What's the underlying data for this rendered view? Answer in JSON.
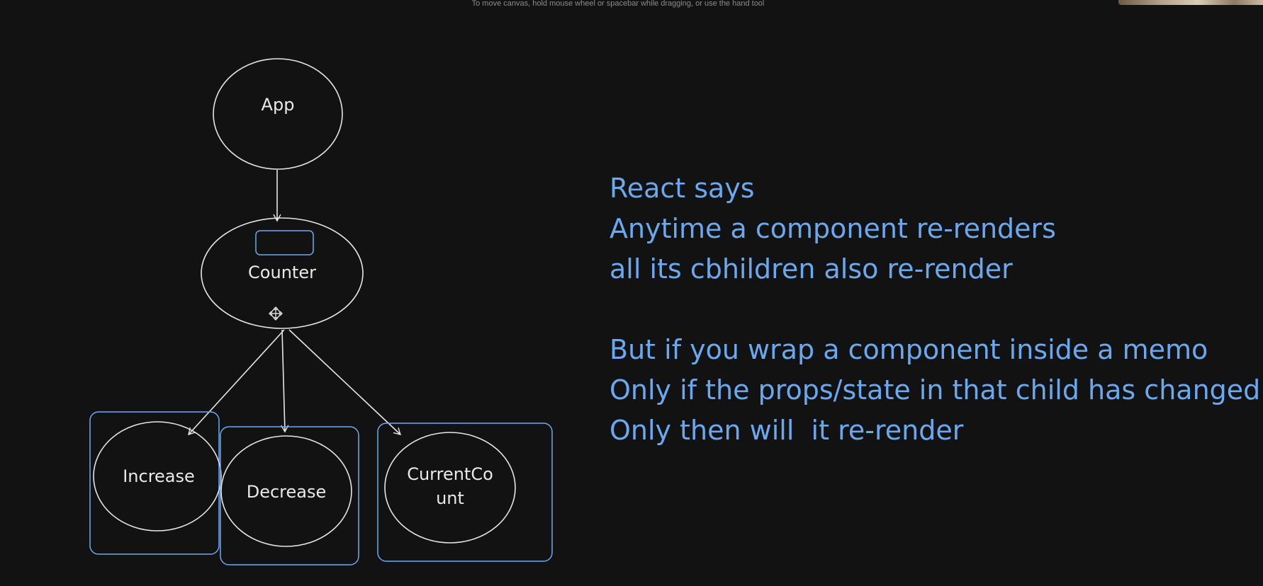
{
  "canvas": {
    "hint_text": "To move canvas, hold mouse wheel or spacebar while dragging, or use the hand tool",
    "background_color": "#121212",
    "stroke_color": "#e6e6e6",
    "selection_color": "#6aa9f0"
  },
  "diagram": {
    "nodes": {
      "app": "App",
      "counter": "Counter",
      "increase": "Increase",
      "decrease": "Decrease",
      "current_count": "CurrentCo\nunt"
    },
    "move_cursor_icon": "move-cursor-icon"
  },
  "notes": {
    "text_color": "#6aa9f0",
    "lines": [
      "React says",
      "Anytime a component re-renders",
      "all its cbhildren also re-render",
      "",
      "But if you wrap a component inside a memo",
      "Only if the props/state in that child has changed",
      "Only then will  it re-render"
    ]
  },
  "webcam_preview": {
    "icon": "webcam-thumbnail"
  }
}
